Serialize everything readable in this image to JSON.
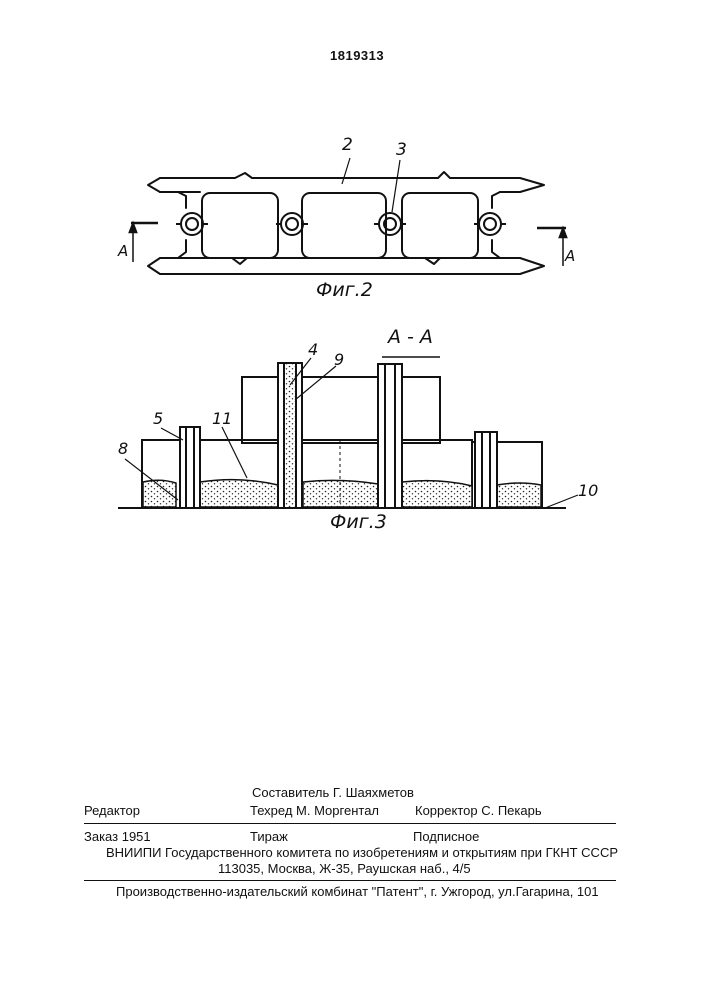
{
  "patent_number": "1819313",
  "fig2": {
    "caption": "Фиг.2",
    "labels": {
      "part2": "2",
      "part3": "3",
      "section_left": "A",
      "section_right": "A"
    }
  },
  "fig3": {
    "caption": "Фиг.3",
    "section_title": "A - A",
    "labels": {
      "l4": "4",
      "l9": "9",
      "l5": "5",
      "l11": "11",
      "l8": "8",
      "l10": "10"
    }
  },
  "colophon": {
    "compiler": "Составитель  Г. Шаяхметов",
    "editor": "Редактор",
    "techred": "Техред  М. Моргентал",
    "corrector": "Корректор  С. Пекарь",
    "order": "Заказ  1951",
    "circulation": "Тираж",
    "subscription": "Подписное",
    "vniipi": "ВНИИПИ Государственного комитета по изобретениям и открытиям при ГКНТ СССР",
    "address": "113035, Москва, Ж-35, Раушская наб., 4/5",
    "publisher": "Производственно-издательский комбинат \"Патент\", г. Ужгород, ул.Гагарина, 101"
  }
}
